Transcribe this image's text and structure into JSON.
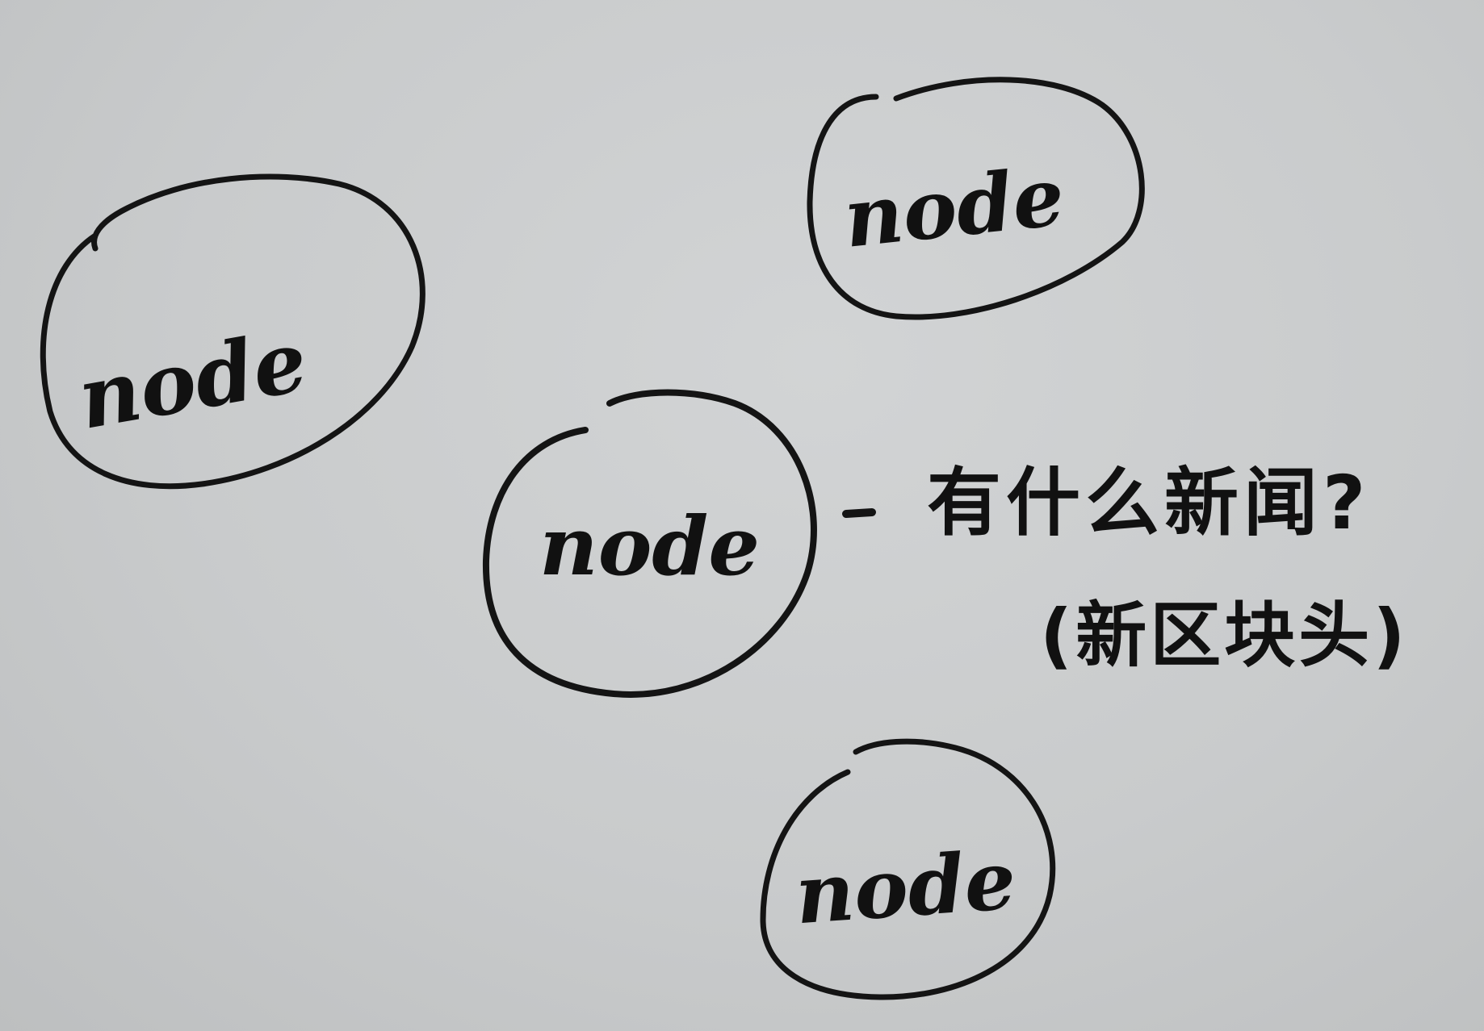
{
  "nodes": [
    {
      "id": "top-left",
      "label": "node"
    },
    {
      "id": "top-right",
      "label": "node"
    },
    {
      "id": "center",
      "label": "node"
    },
    {
      "id": "bottom",
      "label": "node"
    }
  ],
  "annotation": {
    "question": "有什么新闻?",
    "subtext": "(新区块头)"
  },
  "colors": {
    "paper": "#c9cbcc",
    "ink": "#141414"
  }
}
